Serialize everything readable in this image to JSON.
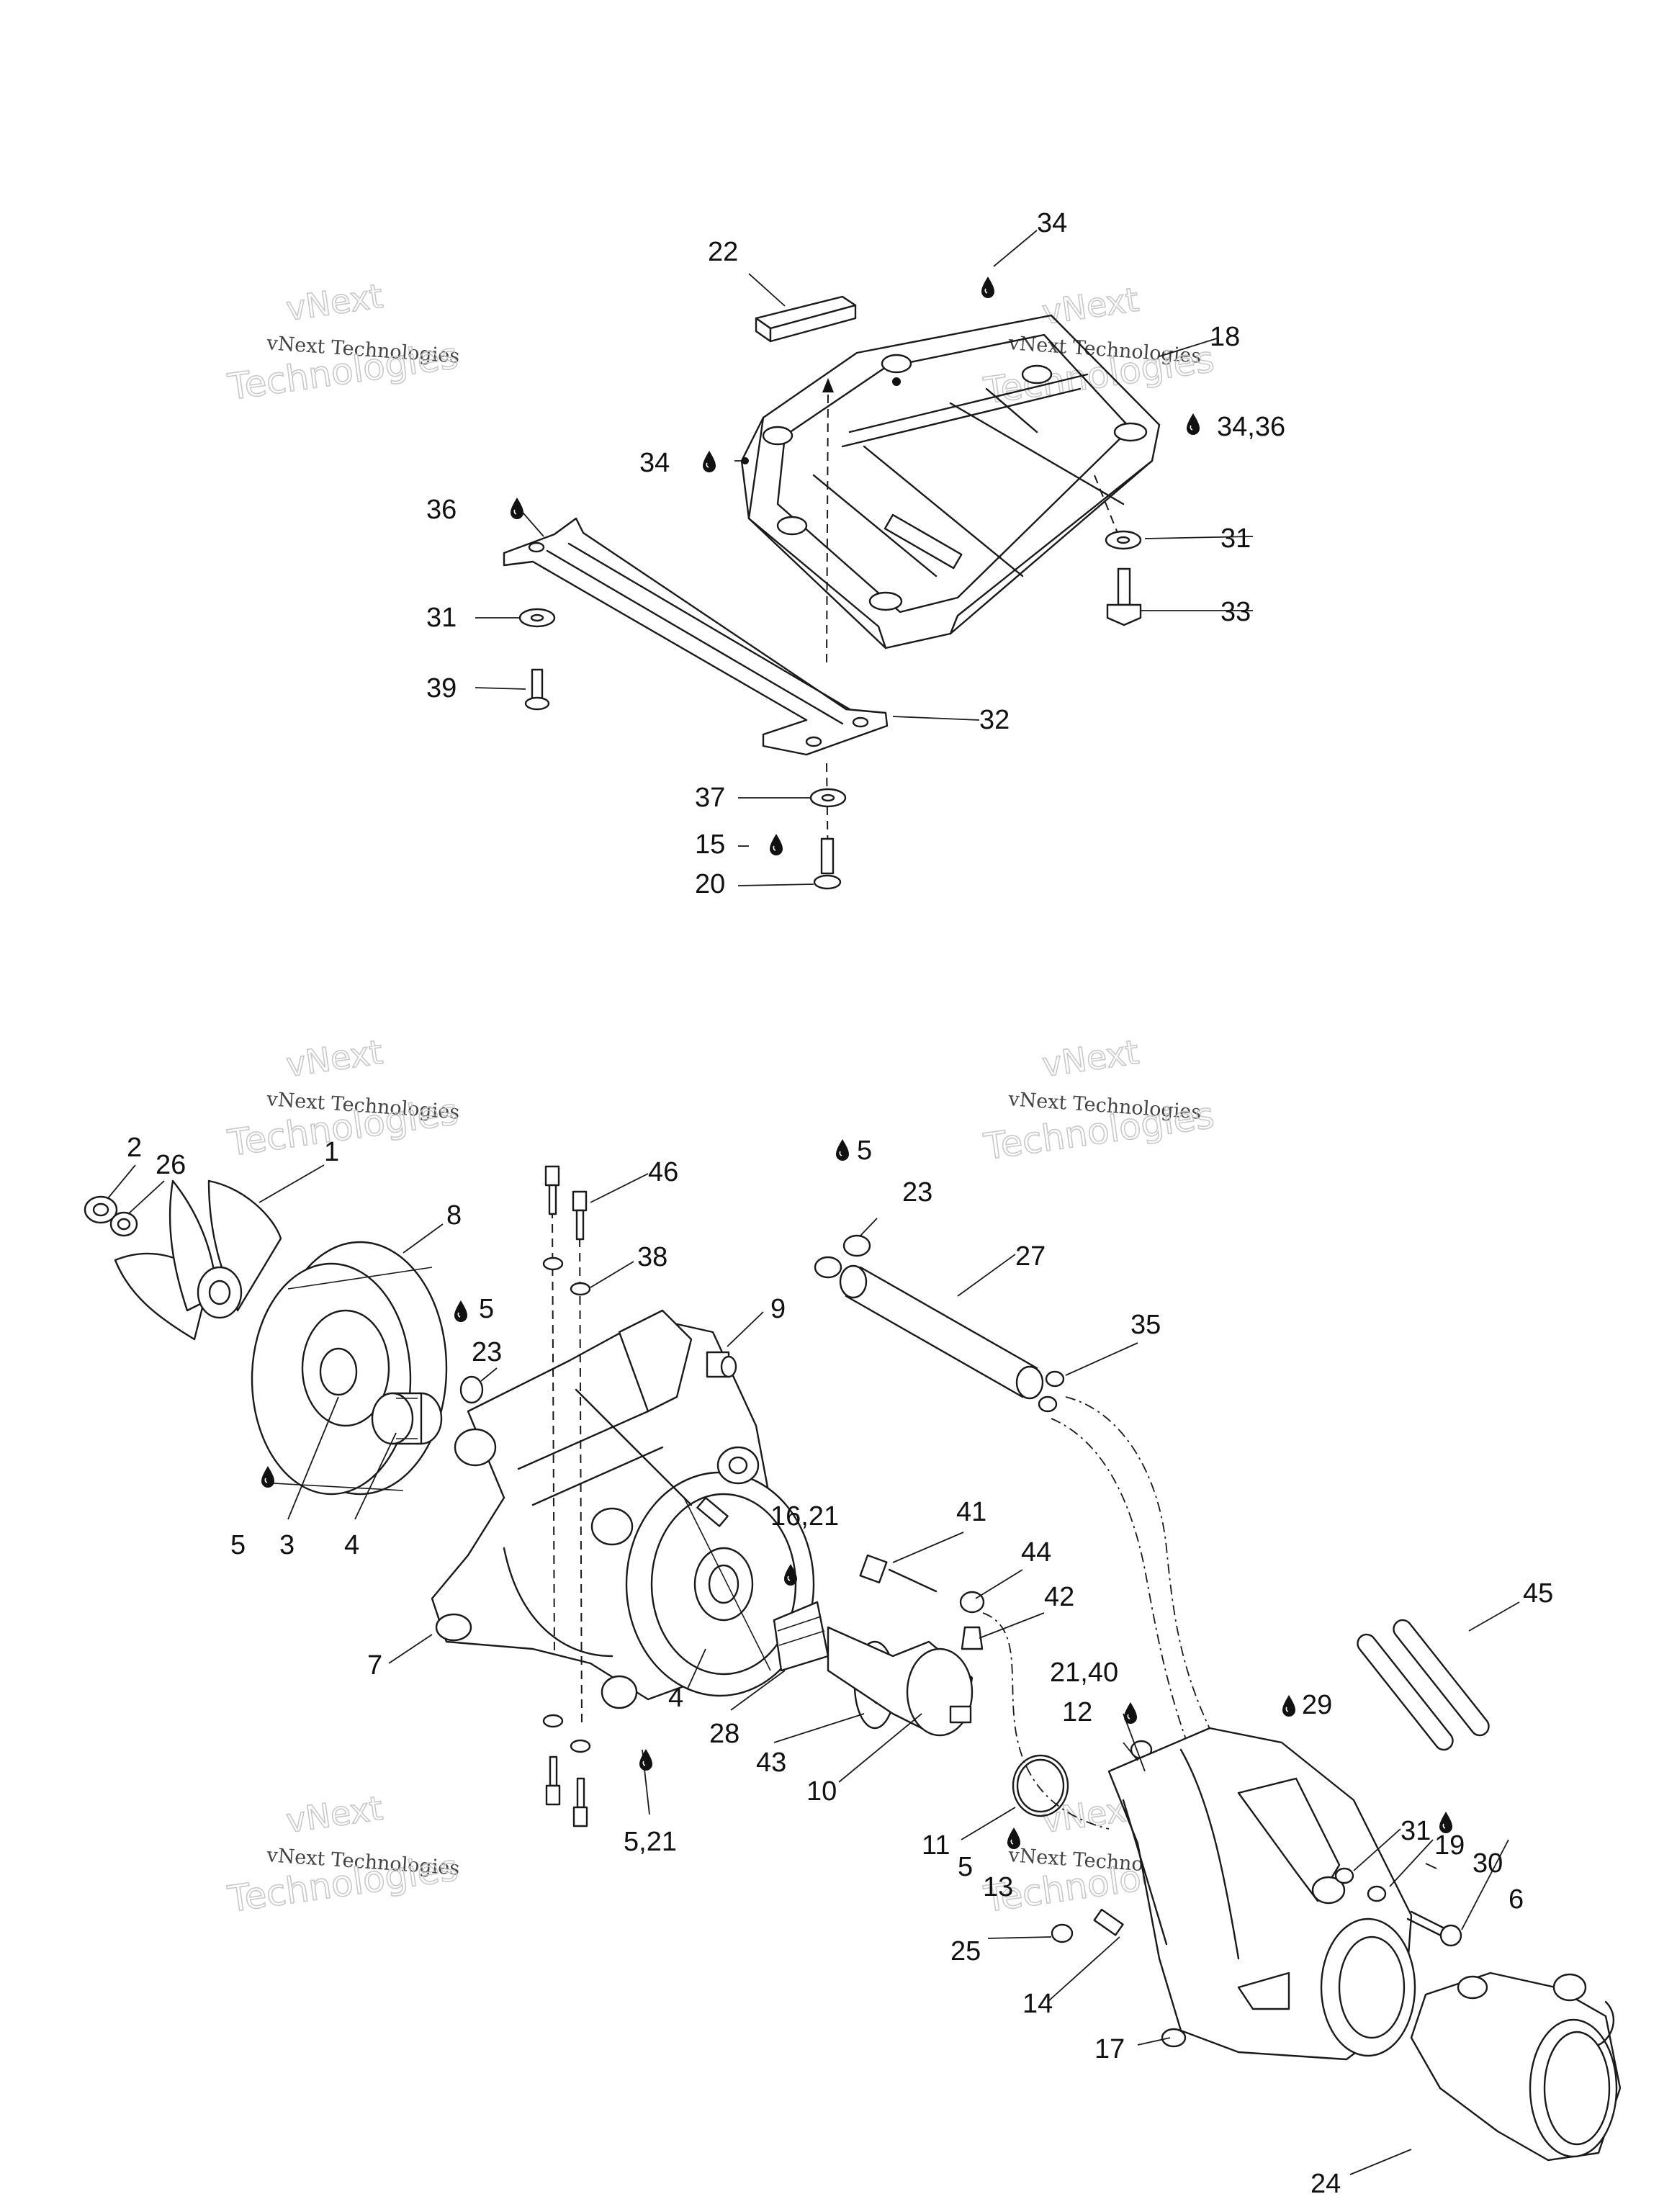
{
  "watermark": {
    "line1": "vNext",
    "line2": "vNext Technologies",
    "line3": "Technologies"
  },
  "labels": {
    "l22": "22",
    "l34a": "34",
    "l18": "18",
    "l34_36": "34,36",
    "l34b": "34",
    "l36": "36",
    "l31a": "31",
    "l33": "33",
    "l31b": "31",
    "l39": "39",
    "l32": "32",
    "l37": "37",
    "l15": "15",
    "l20": "20",
    "l2": "2",
    "l26": "26",
    "l1": "1",
    "l8": "8",
    "l46": "46",
    "l38": "38",
    "l5a": "5",
    "l23a": "23",
    "l27": "27",
    "l35": "35",
    "l9": "9",
    "l5b": "5",
    "l23b": "23",
    "l5c": "5",
    "l3": "3",
    "l4a": "4",
    "l16_21": "16,21",
    "l41": "41",
    "l44": "44",
    "l42": "42",
    "l45": "45",
    "l7": "7",
    "l4b": "4",
    "l21_40": "21,40",
    "l29": "29",
    "l28": "28",
    "l12": "12",
    "l43": "43",
    "l10": "10",
    "l31c": "31",
    "l19": "19",
    "l30": "30",
    "l6": "6",
    "l5_21": "5,21",
    "l11": "11",
    "l5d": "5",
    "l13": "13",
    "l25": "25",
    "l14": "14",
    "l17": "17",
    "l24": "24"
  },
  "icons": {
    "lubricant": "oil-drop-icon"
  }
}
